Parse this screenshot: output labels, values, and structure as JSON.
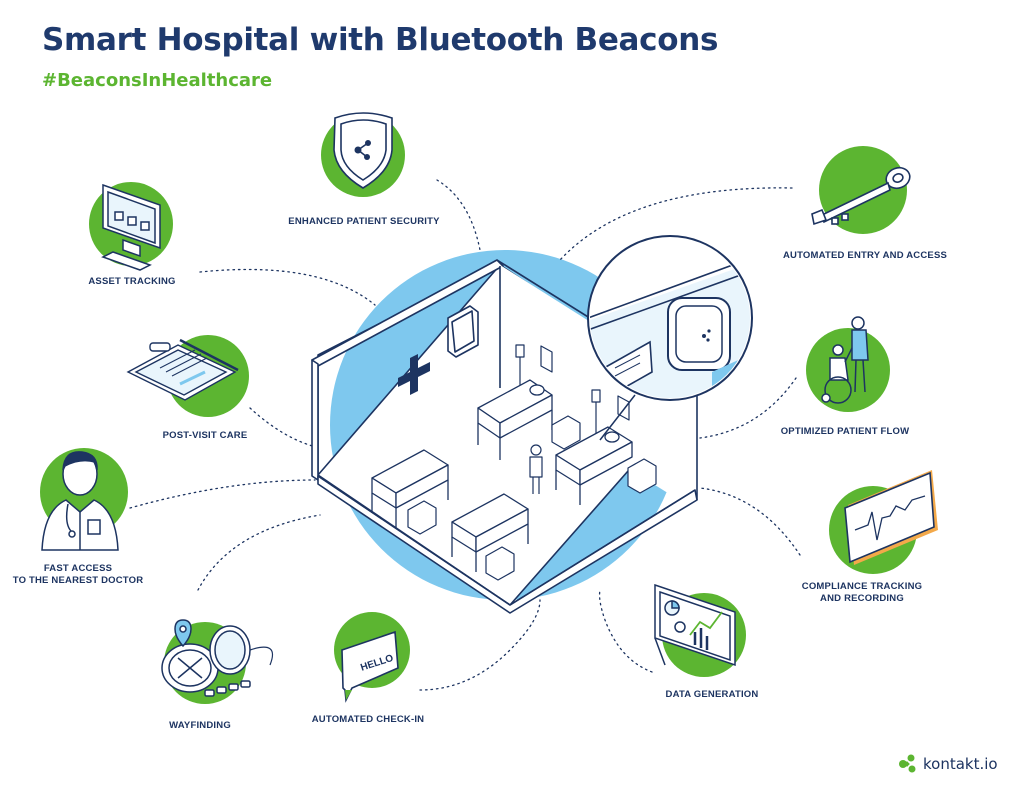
{
  "title": "Smart Hospital with Bluetooth Beacons",
  "hashtag": "#BeaconsInHealthcare",
  "features": [
    {
      "key": "security",
      "label": "ENHANCED PATIENT SECURITY"
    },
    {
      "key": "asset",
      "label": "ASSET TRACKING"
    },
    {
      "key": "postvisit",
      "label": "POST-VISIT CARE"
    },
    {
      "key": "doctor",
      "label_line1": "FAST ACCESS",
      "label_line2": "TO THE NEAREST DOCTOR"
    },
    {
      "key": "wayfinding",
      "label": "WAYFINDING"
    },
    {
      "key": "checkin",
      "label": "AUTOMATED CHECK-IN",
      "bubble_text": "HELLO"
    },
    {
      "key": "data",
      "label": "DATA GENERATION"
    },
    {
      "key": "compliance",
      "label_line1": "COMPLIANCE TRACKING",
      "label_line2": "AND RECORDING"
    },
    {
      "key": "flow",
      "label": "OPTIMIZED PATIENT FLOW"
    },
    {
      "key": "entry",
      "label": "AUTOMATED ENTRY AND ACCESS"
    }
  ],
  "logo": {
    "text": "kontakt.io"
  },
  "colors": {
    "navy": "#1d3461",
    "green": "#5cb531",
    "blue": "#7ec8ee",
    "light": "#d9eef9"
  }
}
